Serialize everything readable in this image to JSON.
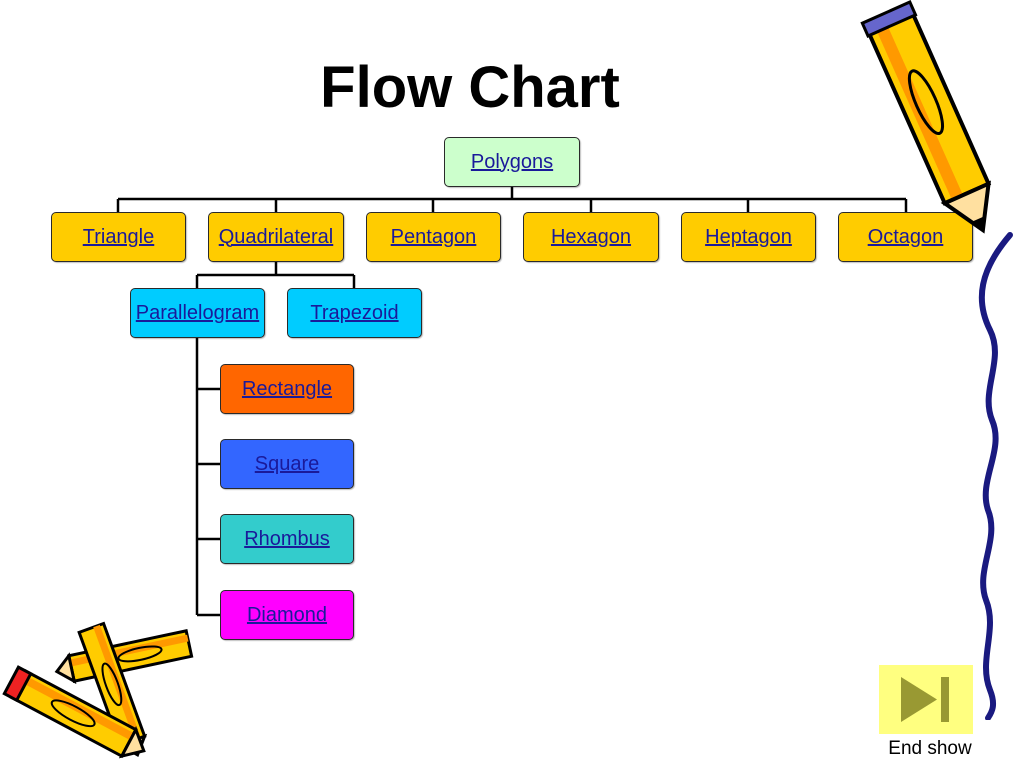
{
  "slide": {
    "title": "Flow Chart",
    "root": {
      "label": "Polygons",
      "color": "#ccffcc"
    },
    "level1": [
      {
        "label": "Triangle",
        "color": "#ffcc00"
      },
      {
        "label": "Quadrilateral",
        "color": "#ffcc00"
      },
      {
        "label": "Pentagon",
        "color": "#ffcc00"
      },
      {
        "label": "Hexagon",
        "color": "#ffcc00"
      },
      {
        "label": "Heptagon",
        "color": "#ffcc00"
      },
      {
        "label": "Octagon",
        "color": "#ffcc00"
      }
    ],
    "level2": [
      {
        "label": "Parallelogram",
        "color": "#00ccff"
      },
      {
        "label": "Trapezoid",
        "color": "#00ccff"
      }
    ],
    "level3": [
      {
        "label": "Rectangle",
        "color": "#ff6600"
      },
      {
        "label": "Square",
        "color": "#3366ff"
      },
      {
        "label": "Rhombus",
        "color": "#33cccc"
      },
      {
        "label": "Diamond",
        "color": "#ff00ff"
      }
    ],
    "end_show": {
      "label": "End show",
      "icon": "end-show-icon"
    }
  }
}
